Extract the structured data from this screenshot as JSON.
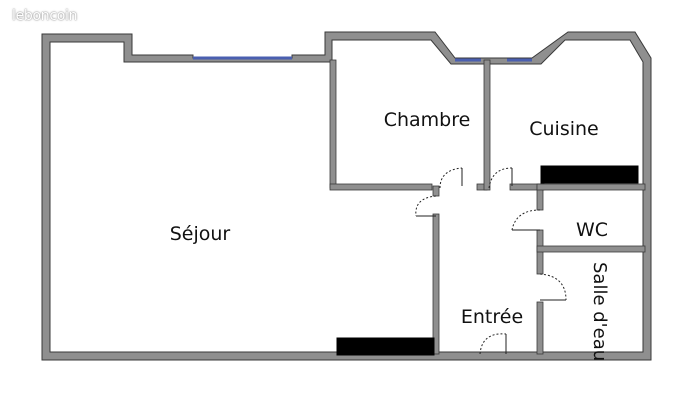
{
  "watermark": "leboncoin",
  "rooms": {
    "sejour": "Séjour",
    "chambre": "Chambre",
    "cuisine": "Cuisine",
    "wc": "WC",
    "entree": "Entrée",
    "salle_deau": "Salle d'eau"
  },
  "colors": {
    "wall": "#8f8f8f",
    "wall_edge": "#3a3a3a",
    "window": "#4a5fb0",
    "cabinet": "#000000"
  }
}
